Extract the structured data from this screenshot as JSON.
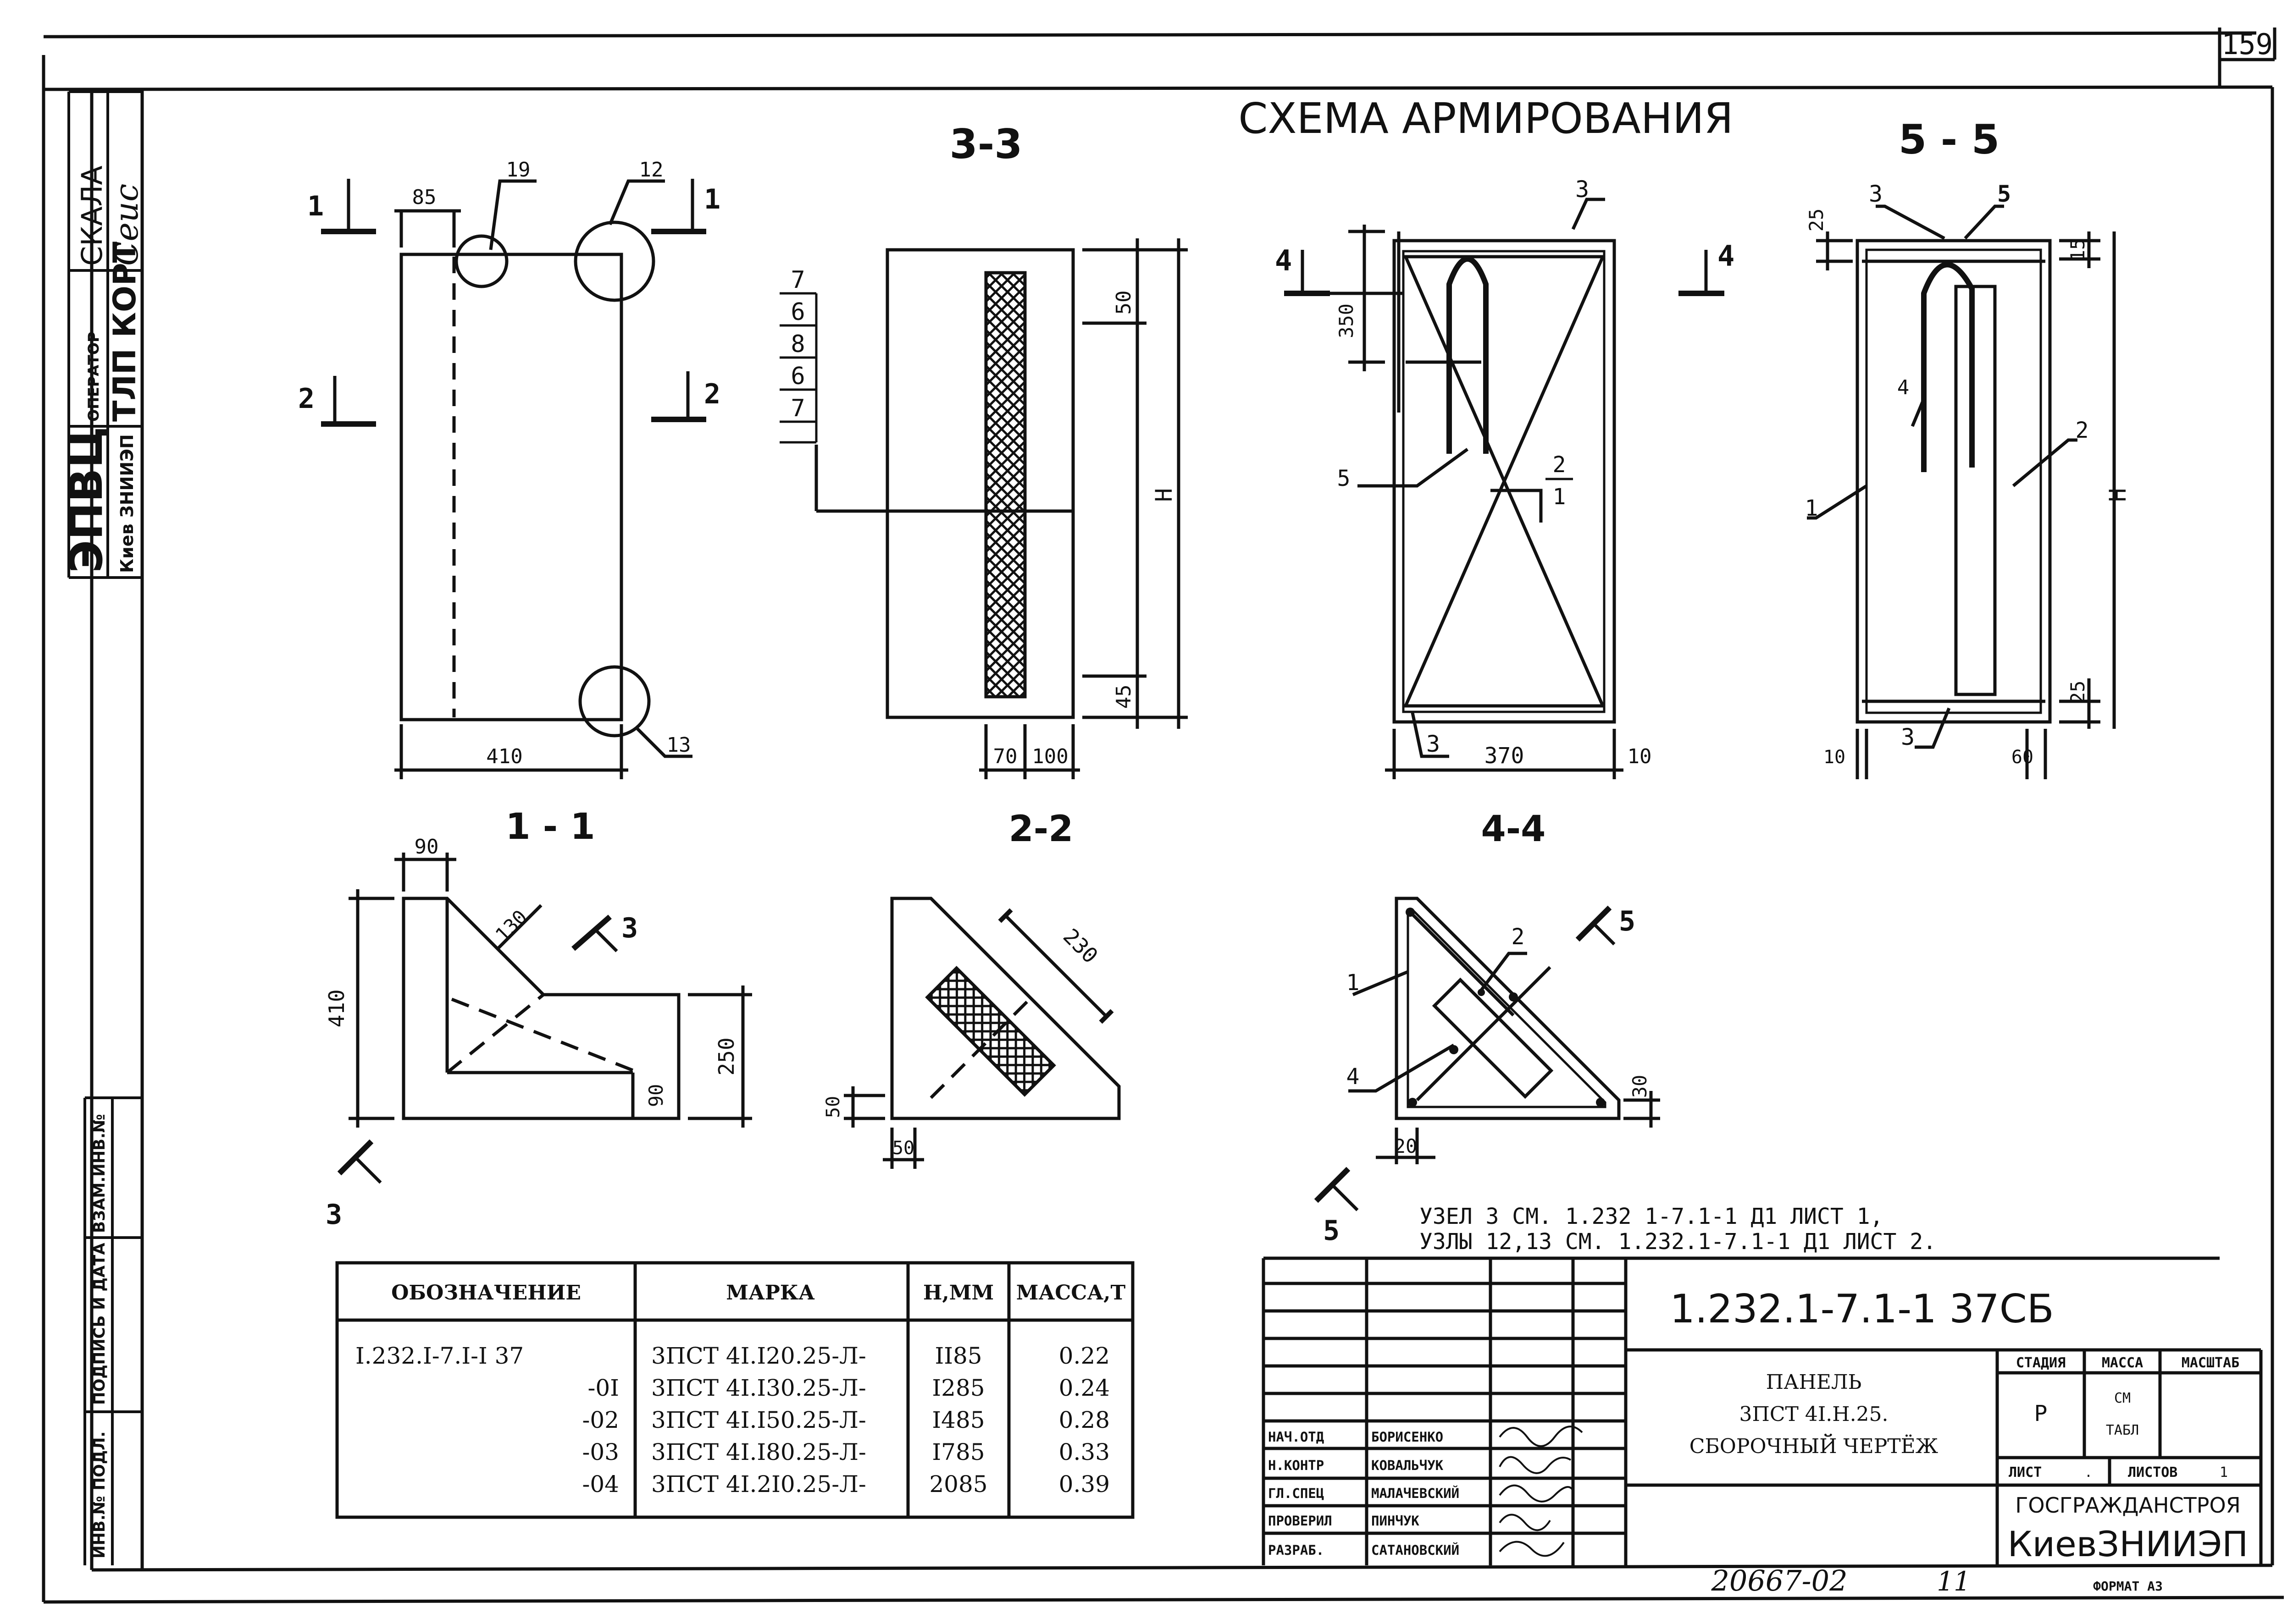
{
  "sheet_number": "159",
  "main_title": "СХЕМА АРМИРОВАНИЯ",
  "stamp_left": {
    "org": "ЭПВЦ",
    "org_sub": "Киев ЗНИИЭП",
    "operator_label": "ОПЕРАТОР",
    "operator": "ТЛП КОРТ",
    "scale_label": "СКАЛА",
    "scale_sign": "Сеис"
  },
  "side_strip": {
    "inv_orig": "ИНВ.№ ПОДЛ.",
    "sign_date": "ПОДПИСЬ И ДАТА",
    "vzam": "ВЗАМ.ИНВ.№"
  },
  "sections": {
    "s33": "3-3",
    "s55": "5 - 5",
    "s11": "1 - 1",
    "s22": "2-2",
    "s44": "4-4"
  },
  "elevation": {
    "dims": {
      "d85": "85",
      "d410": "410"
    },
    "callouts": {
      "c19": "19",
      "c12": "12",
      "c13": "13"
    },
    "cut_marks": {
      "m1": "1",
      "m2": "2"
    }
  },
  "sec33": {
    "layers": [
      "7",
      "6",
      "8",
      "6",
      "7"
    ],
    "dims": {
      "d50": "50",
      "d45": "45",
      "dH": "Н",
      "d70": "70",
      "d100": "100"
    }
  },
  "elev44": {
    "dims": {
      "d350": "350",
      "d370": "370",
      "d10": "10"
    },
    "callouts": {
      "c3a": "3",
      "c3b": "3",
      "c5": "5",
      "c2": "2",
      "c1": "1"
    },
    "cut": "4"
  },
  "sec55": {
    "dims": {
      "d25a": "25",
      "d15": "15",
      "dH": "Н",
      "d25b": "25",
      "d10": "10",
      "d60": "60"
    },
    "callouts": {
      "c3a": "3",
      "c5": "5",
      "c4": "4",
      "c2": "2",
      "c1": "1",
      "c3b": "3"
    }
  },
  "sec11": {
    "dims": {
      "d90a": "90",
      "d130": "130",
      "d410": "410",
      "d250": "250",
      "d90b": "90"
    },
    "cut": "3"
  },
  "sec22": {
    "dims": {
      "d230": "230",
      "d50a": "50",
      "d50b": "50"
    }
  },
  "sec44": {
    "dims": {
      "d30": "30",
      "d20": "20"
    },
    "callouts": {
      "c1": "1",
      "c2": "2",
      "c4": "4"
    },
    "cut": "5"
  },
  "notes": [
    "УЗЕЛ  3  СМ.  1.232  1-7.1-1  Д1  ЛИСТ 1,",
    "УЗЛЫ 12,13  СМ.  1.232.1-7.1-1  Д1  ЛИСТ  2."
  ],
  "spec_table": {
    "headers": [
      "ОБОЗНАЧЕНИЕ",
      "МАРКА",
      "Н,ММ",
      "МАССА,Т"
    ],
    "rows": [
      [
        "I.232.I-7.I-I 37",
        "3ПСТ 4I.I20.25-Л-",
        "II85",
        "0.22"
      ],
      [
        "-0I",
        "3ПСТ 4I.I30.25-Л-",
        "I285",
        "0.24"
      ],
      [
        "-02",
        "3ПСТ 4I.I50.25-Л-",
        "I485",
        "0.28"
      ],
      [
        "-03",
        "3ПСТ 4I.I80.25-Л-",
        "I785",
        "0.33"
      ],
      [
        "-04",
        "3ПСТ 4I.2I0.25-Л-",
        "2085",
        "0.39"
      ]
    ]
  },
  "title_block": {
    "code": "1.232.1-7.1-1  37СБ",
    "name_lines": [
      "ПАНЕЛЬ",
      "3ПСТ 4I.Н.25.",
      "СБОРОЧНЫЙ ЧЕРТЁЖ"
    ],
    "stage_label": "СТАДИЯ",
    "mass_label": "МАССА",
    "scale_label": "МАСШТАБ",
    "stage": "Р",
    "mass_line1": "СМ",
    "mass_line2": "ТАБЛ",
    "sheet_label": "ЛИСТ",
    "sheet_value": ".",
    "sheets_label": "ЛИСТОВ",
    "sheets_value": "1",
    "org1": "ГОСГРАЖДАНСТРОЯ",
    "org2": "КиевЗНИИЭП",
    "staff": [
      {
        "role": "НАЧ.ОТД",
        "name": "БОРИСЕНКО"
      },
      {
        "role": "Н.КОНТР",
        "name": "КОВАЛЬЧУК"
      },
      {
        "role": "ГЛ.СПЕЦ",
        "name": "МАЛАЧЕВСКИЙ"
      },
      {
        "role": "ПРОВЕРИЛ",
        "name": "ПИНЧУК"
      },
      {
        "role": "РАЗРАБ.",
        "name": "САТАНОВСКИЙ"
      }
    ]
  },
  "bottom": {
    "archive": "20667-02",
    "num": "11",
    "format": "ФОРМАТ А3"
  }
}
